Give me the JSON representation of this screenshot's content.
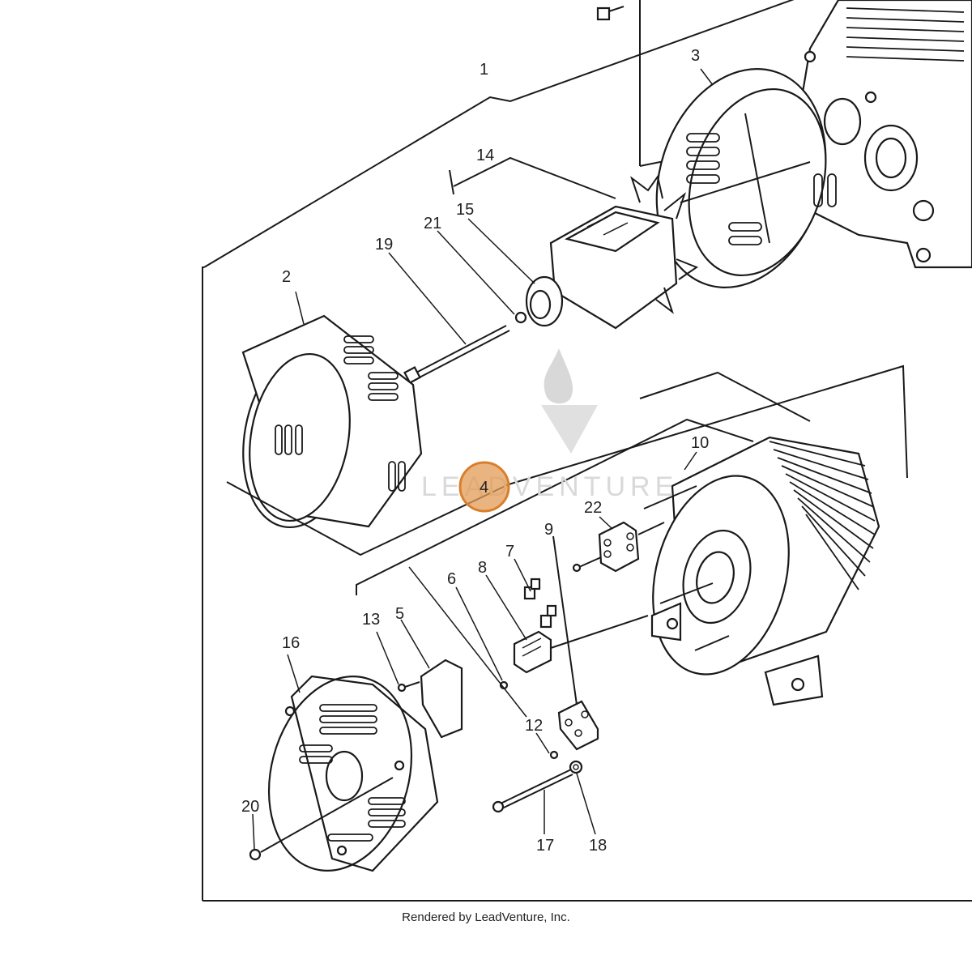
{
  "callouts": [
    {
      "id": "1",
      "label": "1"
    },
    {
      "id": "2",
      "label": "2"
    },
    {
      "id": "3",
      "label": "3"
    },
    {
      "id": "4",
      "label": "4"
    },
    {
      "id": "5",
      "label": "5"
    },
    {
      "id": "6",
      "label": "6"
    },
    {
      "id": "7",
      "label": "7"
    },
    {
      "id": "8",
      "label": "8"
    },
    {
      "id": "9",
      "label": "9"
    },
    {
      "id": "10",
      "label": "10"
    },
    {
      "id": "12",
      "label": "12"
    },
    {
      "id": "13",
      "label": "13"
    },
    {
      "id": "14",
      "label": "14"
    },
    {
      "id": "15",
      "label": "15"
    },
    {
      "id": "16",
      "label": "16"
    },
    {
      "id": "17",
      "label": "17"
    },
    {
      "id": "18",
      "label": "18"
    },
    {
      "id": "19",
      "label": "19"
    },
    {
      "id": "20",
      "label": "20"
    },
    {
      "id": "21",
      "label": "21"
    },
    {
      "id": "22",
      "label": "22"
    }
  ],
  "highlighted_callout": "4",
  "highlight_color": "#e39b57",
  "watermark": "LEADVENTURE",
  "footer": "Rendered by LeadVenture, Inc."
}
